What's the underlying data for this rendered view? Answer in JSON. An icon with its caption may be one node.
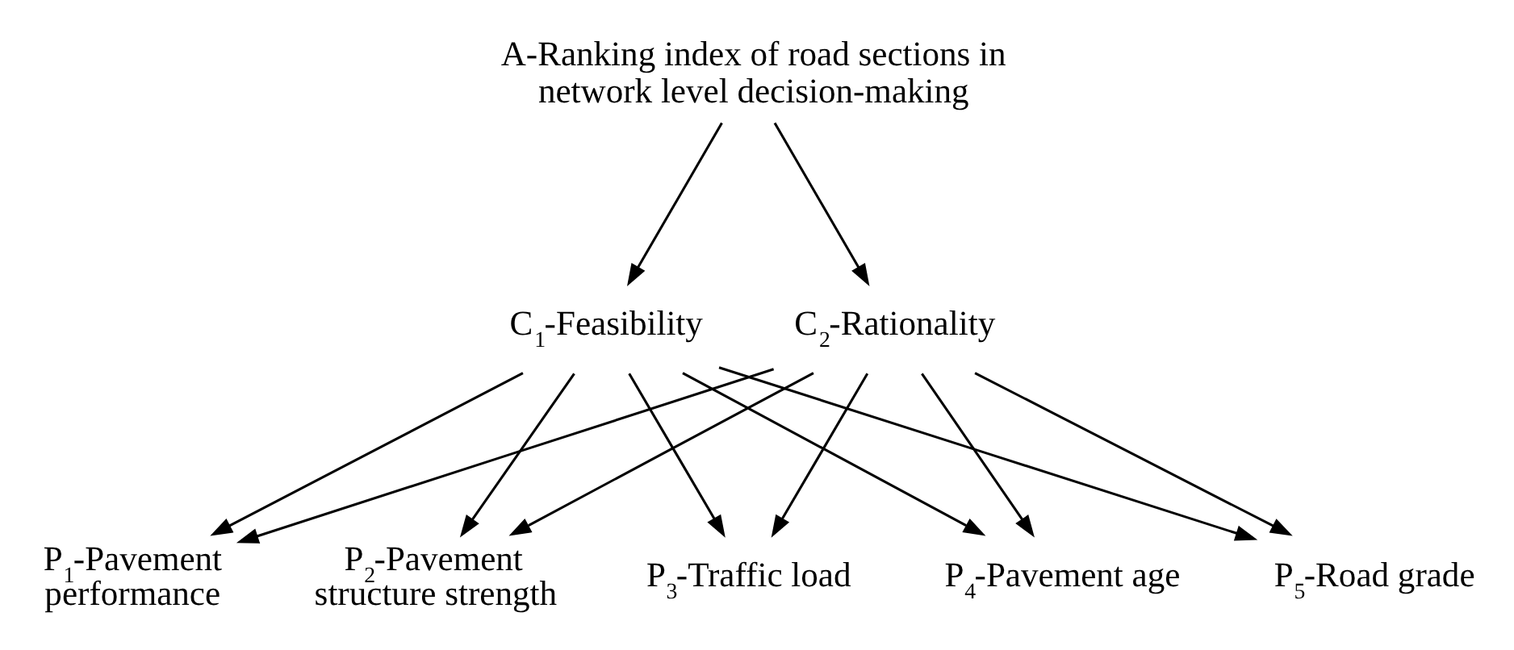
{
  "diagram": {
    "nodes": [
      {
        "text": [
          "A-Ranking index of road sections in network level decision-making"
        ]
      },
      {
        "text": [
          "C$_{1}$-Feasibility"
        ]
      },
      {
        "text": [
          "C$_{2}$-Rationality"
        ]
      },
      {
        "text": [
          "P$_{1}$-Pavement performance"
        ]
      },
      {
        "text": [
          "P$_{2}$-Pavement structure strength"
        ]
      },
      {
        "text": [
          "P$_{3}$-Traffic load"
        ]
      },
      {
        "text": [
          "P$_{4}$-Pavement age"
        ]
      },
      {
        "text": [
          "P$_{5}$-Road grade"
        ]
      }
    ],
    "edges": [
      {
        "from": 0,
        "to": 1,
        "arrow": "to"
      },
      {
        "from": 0,
        "to": 2,
        "arrow": "to"
      },
      {
        "from": 1,
        "to": 3,
        "arrow": "to"
      },
      {
        "from": 1,
        "to": 4,
        "arrow": "to"
      },
      {
        "from": 1,
        "to": 5,
        "arrow": "to"
      },
      {
        "from": 1,
        "to": 6,
        "arrow": "to"
      },
      {
        "from": 1,
        "to": 7,
        "arrow": "to"
      },
      {
        "from": 2,
        "to": 3,
        "arrow": "to"
      },
      {
        "from": 2,
        "to": 4,
        "arrow": "to"
      },
      {
        "from": 2,
        "to": 5,
        "arrow": "to"
      },
      {
        "from": 2,
        "to": 6,
        "arrow": "to"
      },
      {
        "from": 2,
        "to": 7,
        "arrow": "to"
      }
    ]
  }
}
